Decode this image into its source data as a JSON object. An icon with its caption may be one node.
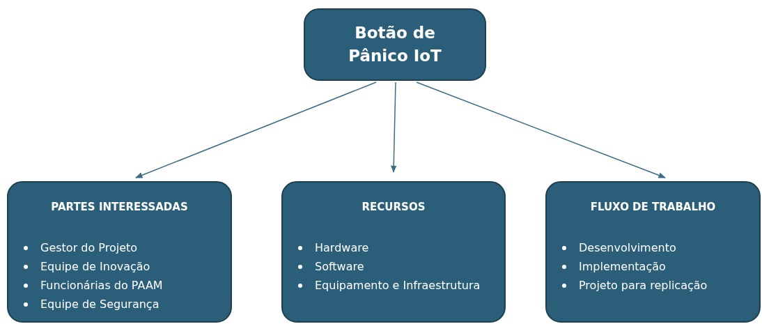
{
  "diagram": {
    "nodes": [
      {
        "text": [
          "Botão de Pânico IoT"
        ]
      },
      {
        "text": [
          "PARTES INTERESSADAS",
          "Gestor do Projeto",
          "Equipe de Inovação",
          "Funcionárias do PAAM",
          "Equipe de Segurança"
        ]
      },
      {
        "text": [
          "RECURSOS",
          "Hardware",
          "Software",
          "Equipamento e Infraestrutura"
        ]
      },
      {
        "text": [
          "FLUXO DE TRABALHO",
          "Desenvolvimento",
          "Implementação",
          "Projeto para replicação"
        ]
      }
    ],
    "edges": [
      {
        "from": 0,
        "to": 1,
        "arrow": "to"
      },
      {
        "from": 0,
        "to": 2,
        "arrow": "to"
      },
      {
        "from": 0,
        "to": 3,
        "arrow": "to"
      }
    ]
  }
}
